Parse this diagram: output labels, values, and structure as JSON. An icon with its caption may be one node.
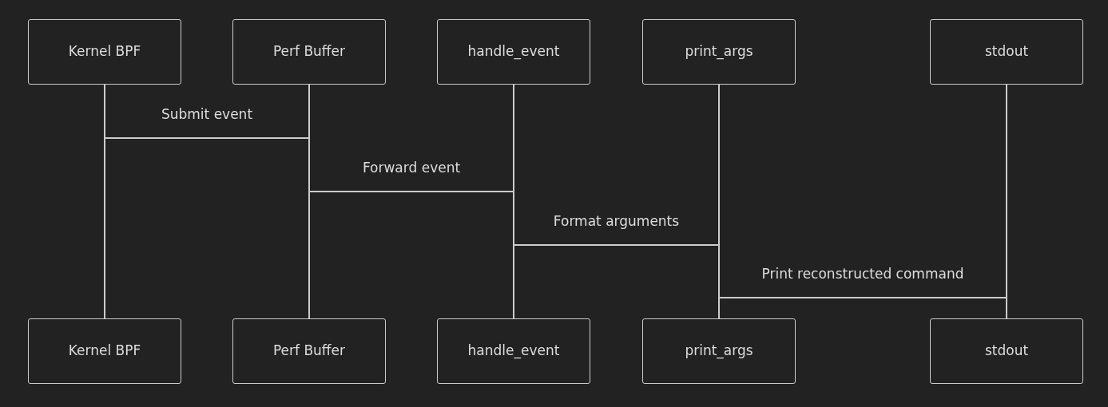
{
  "diagram": {
    "nodes": [
      {
        "text": [
          "Kernel BPF"
        ]
      },
      {
        "text": [
          "Perf Buffer"
        ]
      },
      {
        "text": [
          "handle_event"
        ]
      },
      {
        "text": [
          "print_args"
        ]
      },
      {
        "text": [
          "stdout"
        ]
      },
      {
        "text": [
          "Kernel BPF"
        ]
      },
      {
        "text": [
          "Perf Buffer"
        ]
      },
      {
        "text": [
          "handle_event"
        ]
      },
      {
        "text": [
          "print_args"
        ]
      },
      {
        "text": [
          "stdout"
        ]
      },
      {
        "text": [],
        "shape": "bar"
      },
      {
        "text": [],
        "shape": "bar"
      },
      {
        "text": [],
        "shape": "bar"
      },
      {
        "text": [],
        "shape": "bar"
      },
      {
        "text": [],
        "shape": "bar"
      }
    ],
    "edges": [
      {
        "from": 10,
        "to": 11,
        "arrow": "none",
        "label": "Submit event"
      },
      {
        "from": 11,
        "to": 12,
        "arrow": "none",
        "label": "Forward event"
      },
      {
        "from": 12,
        "to": 13,
        "arrow": "none",
        "label": "Format arguments"
      },
      {
        "from": 13,
        "to": 14,
        "arrow": "none",
        "label": "Print reconstructed command"
      }
    ]
  }
}
